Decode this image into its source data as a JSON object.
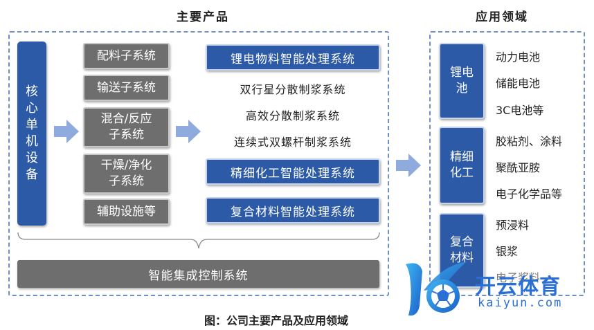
{
  "titles": {
    "main_products": "主要产品",
    "applications": "应用领域"
  },
  "core": {
    "label": "核心单机设备"
  },
  "subsystems": [
    {
      "label": "配料子系统"
    },
    {
      "label": "输送子系统"
    },
    {
      "label": "混合/反应子系统"
    },
    {
      "label": "干燥/净化子系统"
    },
    {
      "label": "辅助设施等"
    }
  ],
  "products": {
    "lithium": "锂电物料智能处理系统",
    "item_1": "双行星分散制浆系统",
    "item_2": "高效分散制浆系统",
    "item_3": "连续式双螺杆制浆系统",
    "fine_chem": "精细化工智能处理系统",
    "composite": "复合材料智能处理系统"
  },
  "control_bar": "智能集成控制系统",
  "applications": [
    {
      "category": "锂电池",
      "items": [
        "动力电池",
        "储能电池",
        "3C电池等"
      ]
    },
    {
      "category": "精细化工",
      "items": [
        "胶粘剂、涂料",
        "聚酰亚胺",
        "电子化学品等"
      ]
    },
    {
      "category": "复合材料",
      "items": [
        "预浸料",
        "银浆",
        "电子浆料"
      ]
    }
  ],
  "watermark": {
    "brand": "开云体育",
    "domain": "kaiyun.com"
  },
  "caption": "图：公司主要产品及应用领域",
  "colors": {
    "blue": "#2c5aa6",
    "gray": "#6e6e6e",
    "arrow": "#8faadc",
    "dashed": "#6f8fc2"
  }
}
